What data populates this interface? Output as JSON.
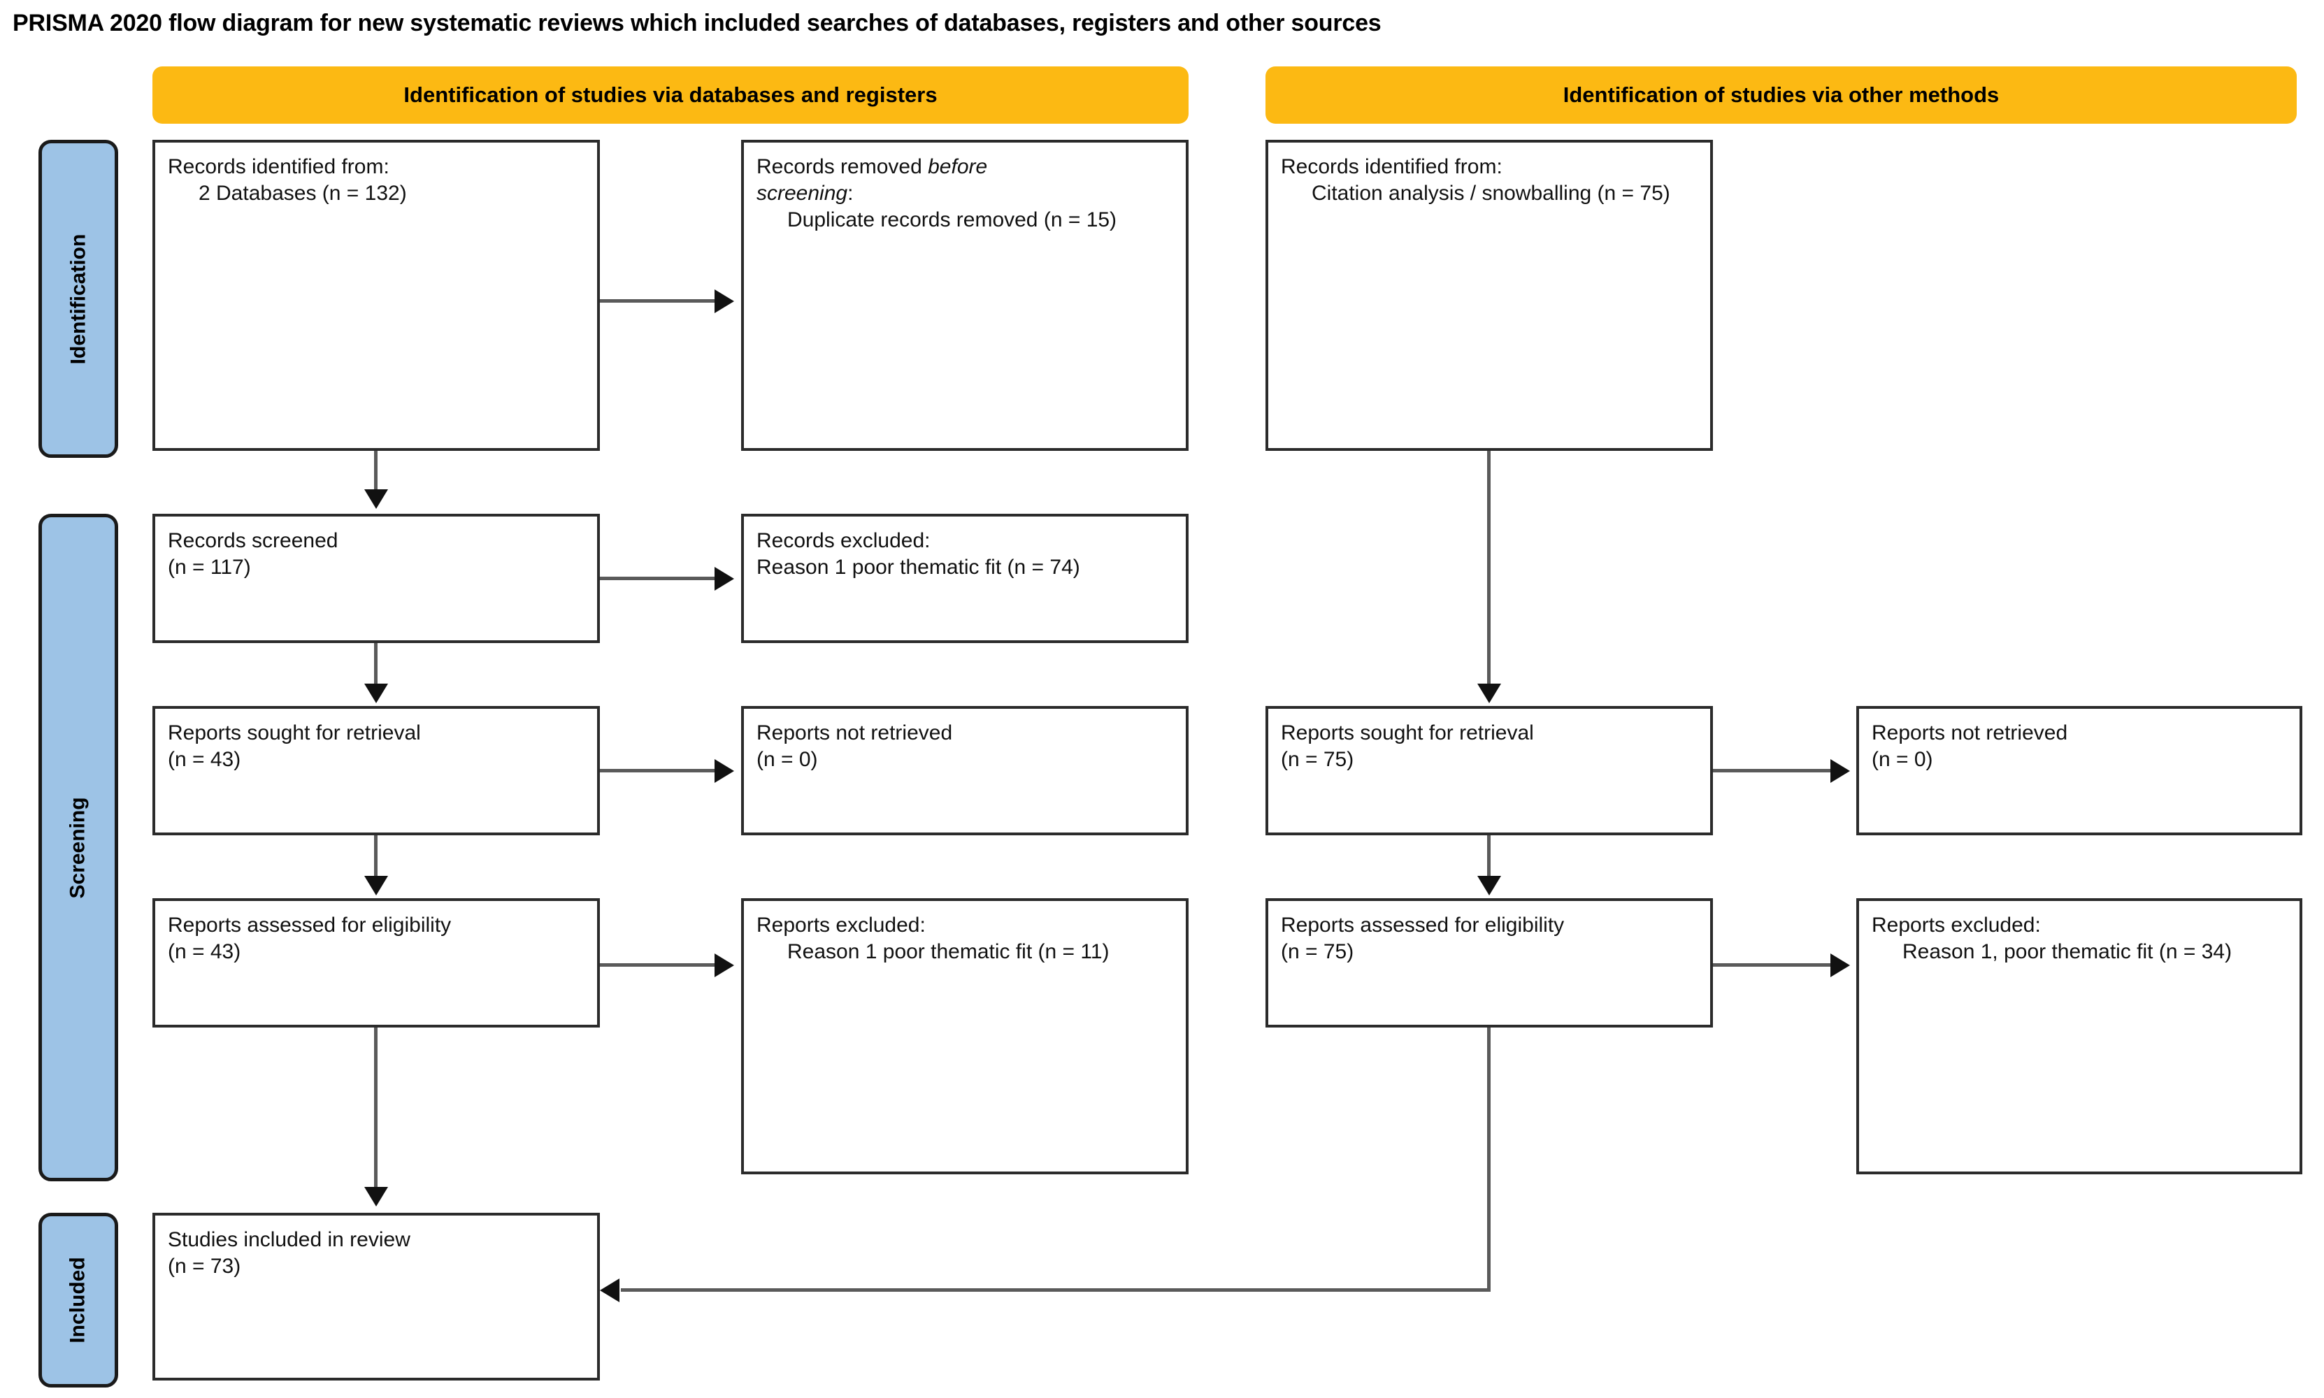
{
  "diagram": {
    "title": "PRISMA 2020 flow diagram for new systematic reviews which included searches of databases, registers and other sources",
    "colors": {
      "header_bar": "#FCB913",
      "stage_label": "#9DC3E6",
      "box_border": "#2b2b2b",
      "connector": "#5a5a5a"
    },
    "headers": [
      {
        "id": "databases-registers",
        "label": "Identification of studies via databases and registers"
      },
      {
        "id": "other-methods",
        "label": "Identification of studies via other methods"
      }
    ],
    "stages": [
      {
        "id": "identification",
        "label": "Identification"
      },
      {
        "id": "screening",
        "label": "Screening"
      },
      {
        "id": "included",
        "label": "Included"
      }
    ],
    "boxes": {
      "records_identified": {
        "line1": "Records identified from:",
        "line2": "2 Databases (n = 132)"
      },
      "records_removed": {
        "line1_a": "Records removed ",
        "line1_b": "before",
        "line2_italic": "screening",
        "line2_colon": ":",
        "line3": "Duplicate records removed (n = 15)"
      },
      "records_identified_other": {
        "line1": "Records identified from:",
        "line2": "Citation analysis / snowballing (n = 75)"
      },
      "records_screened": {
        "line1": "Records screened",
        "line2": "(n = 117)"
      },
      "records_excluded": {
        "line1": "Records excluded:",
        "line2": "Reason 1 poor thematic fit (n = 74)"
      },
      "reports_sought_db": {
        "line1": "Reports sought for retrieval",
        "line2": "(n = 43)"
      },
      "reports_not_retrieved_db": {
        "line1": "Reports not retrieved",
        "line2": "(n = 0)"
      },
      "reports_sought_other": {
        "line1": "Reports sought for retrieval",
        "line2": "(n = 75)"
      },
      "reports_not_retrieved_other": {
        "line1": "Reports not retrieved",
        "line2": "(n = 0)"
      },
      "reports_assessed_db": {
        "line1": "Reports assessed for eligibility",
        "line2": "(n = 43)"
      },
      "reports_excluded_db": {
        "line1": "Reports excluded:",
        "line2": "Reason 1 poor thematic fit (n = 11)"
      },
      "reports_assessed_other": {
        "line1": "Reports assessed for eligibility",
        "line2": "(n = 75)"
      },
      "reports_excluded_other": {
        "line1": "Reports excluded:",
        "line2": "Reason 1, poor thematic fit (n = 34)"
      },
      "studies_included": {
        "line1": "Studies included in review",
        "line2": "(n = 73)"
      }
    },
    "flow_data": {
      "identified_databases": 132,
      "databases_count": 2,
      "duplicates_removed": 15,
      "records_screened": 117,
      "records_excluded": 74,
      "reports_sought_db": 43,
      "reports_not_retrieved_db": 0,
      "reports_assessed_db": 43,
      "reports_excluded_db": 11,
      "identified_other": 75,
      "reports_sought_other": 75,
      "reports_not_retrieved_other": 0,
      "reports_assessed_other": 75,
      "reports_excluded_other": 34,
      "studies_included": 73
    }
  }
}
